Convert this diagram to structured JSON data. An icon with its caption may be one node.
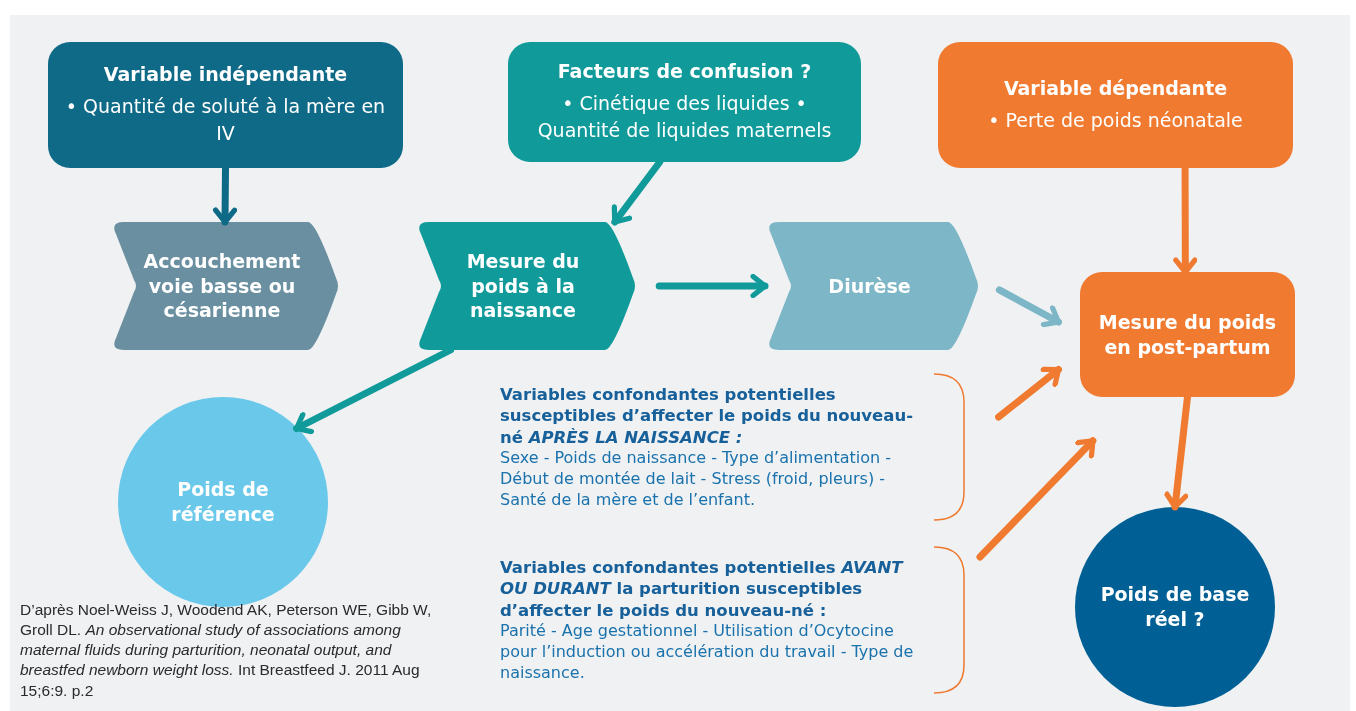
{
  "diagram": {
    "nodes": [
      {
        "text": [
          "Variable indépendante",
          "• Quantité de soluté à la mère en IV"
        ]
      },
      {
        "text": [
          "Facteurs de confusion ?",
          "• Cinétique des liquides • Quantité de liquides maternels"
        ]
      },
      {
        "text": [
          "Variable dépendante",
          "• Perte de poids néonatale"
        ]
      },
      {
        "text": [
          "Accouchement voie basse ou césarienne"
        ]
      },
      {
        "text": [
          "Mesure du poids à la naissance"
        ]
      },
      {
        "text": [
          "Diurèse"
        ]
      },
      {
        "text": [
          "Mesure du poids en post-partum"
        ]
      },
      {
        "text": [
          "Poids de référence"
        ]
      },
      {
        "text": [
          "Variables confondantes potentielles susceptibles d’affecter le poids du nouveau-né *APRÈS LA NAISSANCE :*",
          "Sexe - Poids de naissance - Type d’alimentation - Début de montée de lait - Stress (froid, pleurs) - Santé de la mère et de l’enfant."
        ]
      },
      {
        "text": [
          "Variables confondantes potentielles *AVANT OU DURANT* la parturition susceptibles d’affecter le poids du nouveau-né :",
          "Parité - Age gestationnel - Utilisation d’Ocytocine pour l’induction ou accélération du travail - Type de naissance."
        ]
      },
      {
        "text": [
          "Poids de base réel ?"
        ]
      }
    ],
    "edges": [
      {
        "from": 0,
        "to": 3,
        "arrow": "to",
        "color": "#0e6a87"
      },
      {
        "from": 1,
        "to": 4,
        "arrow": "to",
        "color": "#109a9a"
      },
      {
        "from": 2,
        "to": 6,
        "arrow": "to"
      },
      {
        "from": 4,
        "to": 5,
        "arrow": "to",
        "color": "#109a9a"
      },
      {
        "from": 5,
        "to": 6,
        "arrow": "to",
        "color": "#7db6c6"
      },
      {
        "from": 4,
        "to": 7,
        "arrow": "to",
        "color": "#109a9a"
      },
      {
        "from": 8,
        "to": 6,
        "arrow": "to"
      },
      {
        "from": 9,
        "to": 6,
        "arrow": "to"
      },
      {
        "from": 6,
        "to": 10,
        "arrow": "to"
      }
    ],
    "labels": [
      "D’après Noel-Weiss J, Woodend AK, Peterson WE, Gibb W, Groll DL. *An observational study of associations among maternal fluids during parturition, neonatal output, and breastfed newborn weight loss.* Int Breastfeed J. 2011 Aug 15;6:9. p.2"
    ]
  }
}
